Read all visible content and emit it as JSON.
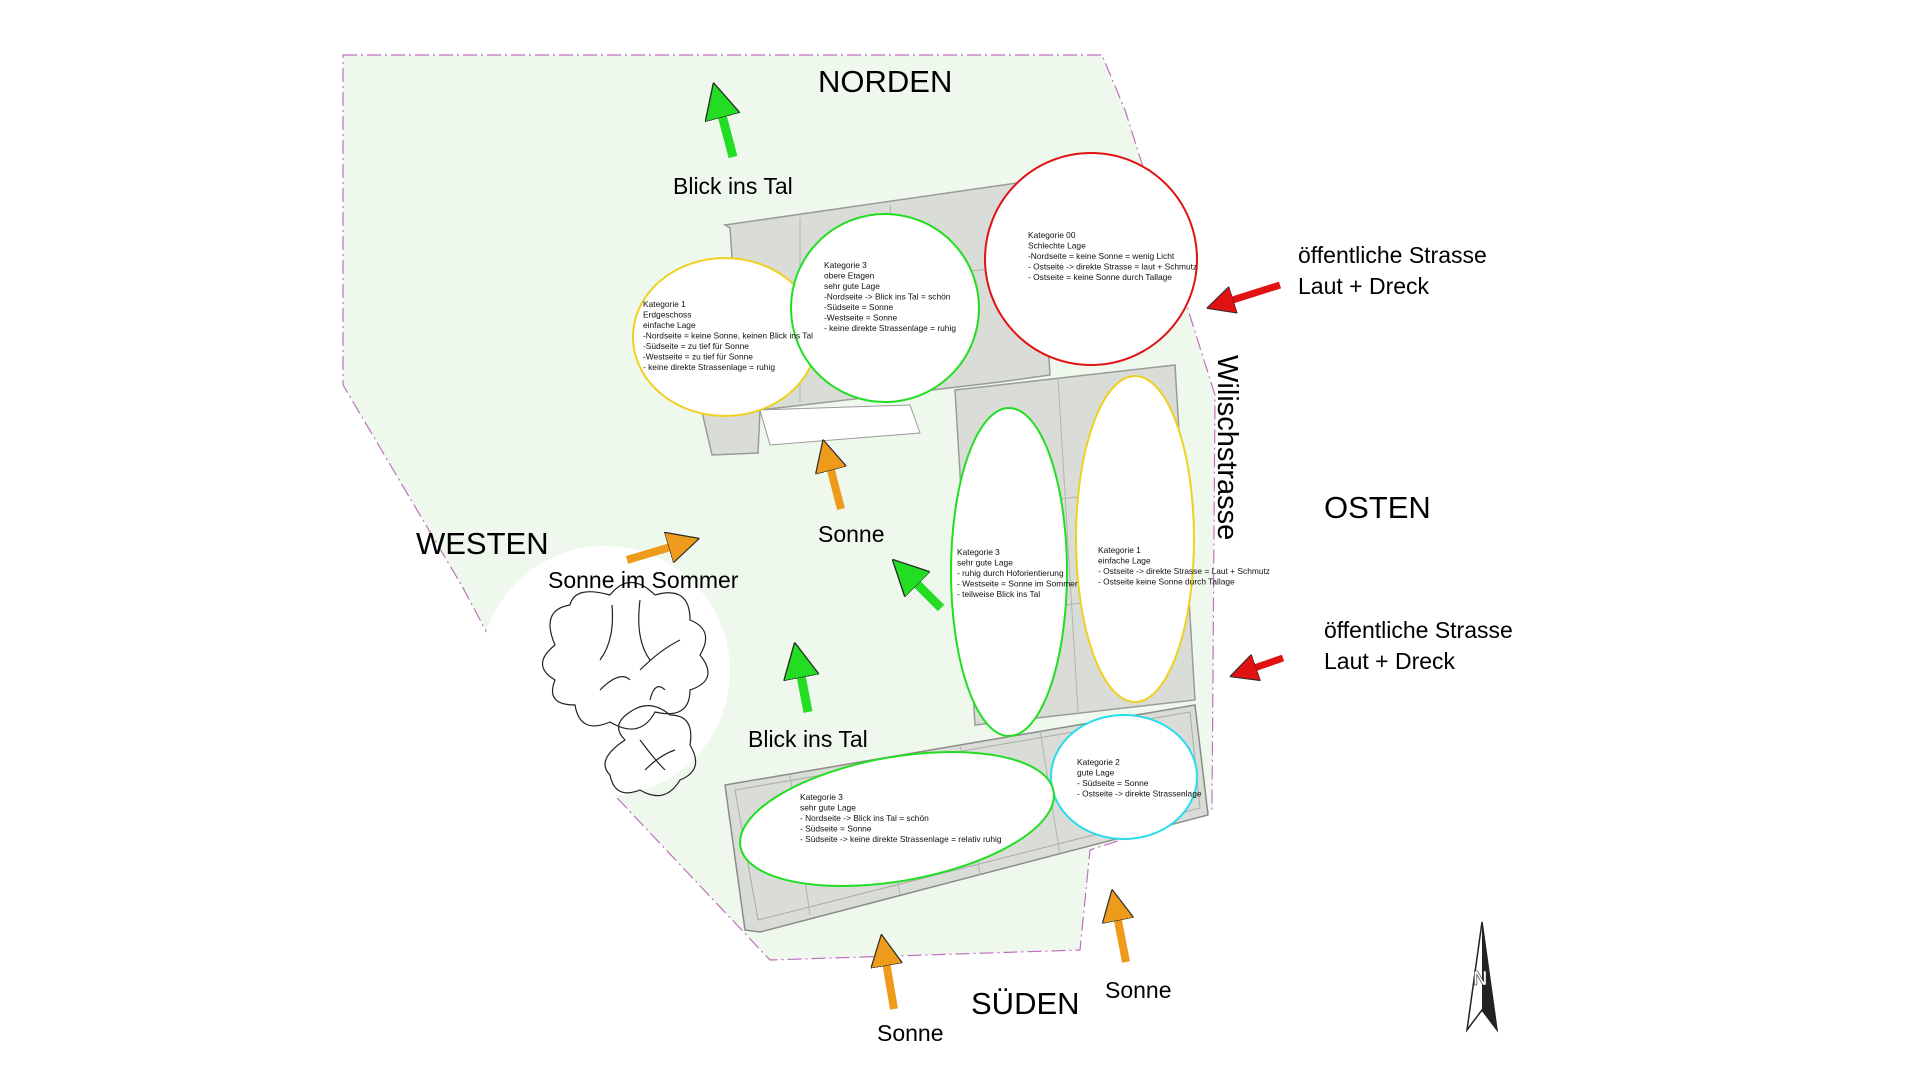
{
  "directions": {
    "north": "NORDEN",
    "south": "SÜDEN",
    "west": "WESTEN",
    "east": "OSTEN"
  },
  "street_name": "Wilischstrasse",
  "labels": {
    "view_north": "Blick ins Tal",
    "view_south": "Blick ins Tal",
    "sun_center": "Sonne",
    "sun_summer": "Sonne im Sommer",
    "sun_south_1": "Sonne",
    "sun_south_2": "Sonne",
    "street_top": [
      "öffentliche Strasse",
      "Laut + Dreck"
    ],
    "street_bottom": [
      "öffentliche Strasse",
      "Laut + Dreck"
    ]
  },
  "notes": {
    "kat1_west": [
      "Kategorie 1",
      "Erdgeschoss",
      "einfache Lage",
      "-Nordseite = keine Sonne, keinen Blick ins Tal",
      "-Südseite = zu tief für Sonne",
      "-Westseite = zu tief für Sonne",
      "- keine direkte Strassenlage = ruhig"
    ],
    "kat3_upper": [
      "Kategorie 3",
      "obere Etagen",
      "sehr gute Lage",
      "-Nordseite -> Blick ins Tal = schön",
      "-Südseite = Sonne",
      "-Westseite = Sonne",
      "- keine direkte Strassenlage = ruhig"
    ],
    "kat00": [
      "Kategorie 00",
      "Schlechte Lage",
      "-Nordseite = keine Sonne = wenig Licht",
      "- Ostseite -> direkte Strasse = laut + Schmutz",
      "- Ostseite =  keine Sonne durch Tallage"
    ],
    "kat3_court": [
      "Kategorie 3",
      "sehr gute Lage",
      "- ruhig durch Hoforientierung",
      "- Westseite = Sonne im Sommer",
      "- teilweise Blick ins Tal"
    ],
    "kat1_east": [
      "Kategorie 1",
      "einfache Lage",
      "- Ostseite -> direkte Strasse = Laut + Schmutz",
      "- Ostseite keine Sonne durch Tallage"
    ],
    "kat2": [
      "Kategorie 2",
      "gute Lage",
      "- Südseite = Sonne",
      "- Ostseite -> direkte Strassenlage"
    ],
    "kat3_south": [
      "Kategorie 3",
      "sehr gute Lage",
      "- Nordseite -> Blick ins Tal = schön",
      "- Südseite = Sonne",
      "- Südseite -> keine direkte Strassenlage = relativ ruhig"
    ]
  },
  "north_arrow_letter": "N",
  "colors": {
    "site": "#eef8ec",
    "building": "#d9dcd7",
    "green": "#22dd22",
    "orange": "#ee9a1a",
    "red": "#e01212",
    "yellow": "#f0d020",
    "cyan": "#28dcec"
  }
}
